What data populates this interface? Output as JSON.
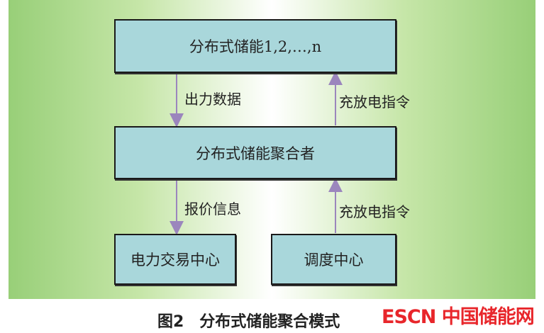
{
  "boxes": {
    "storage": "分布式储能1,2,…,n",
    "aggregator": "分布式储能聚合者",
    "trading": "电力交易中心",
    "dispatch": "调度中心"
  },
  "arrows": {
    "output_data": "出力数据",
    "charge_cmd_top": "充放电指令",
    "bid_info": "报价信息",
    "charge_cmd_bottom": "充放电指令"
  },
  "caption": "图2　分布式储能聚合模式",
  "watermark": "ESCN 中国储能网",
  "colors": {
    "box": "#a9d7db",
    "arrow": "#9b86bd"
  }
}
